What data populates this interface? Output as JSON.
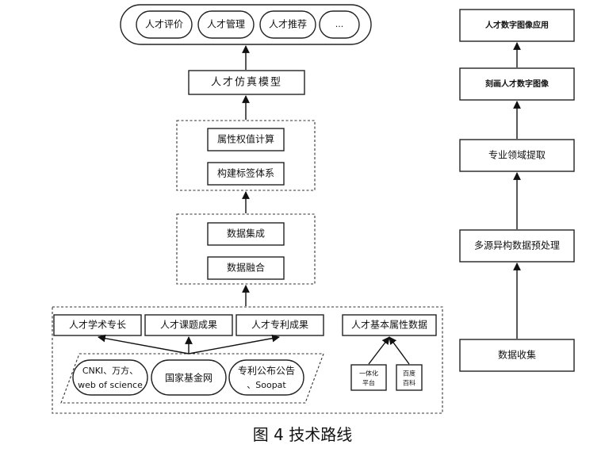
{
  "applications": [
    "人才评价",
    "人才管理",
    "人才推荐",
    "..."
  ],
  "model": "人才仿真模型",
  "label_group": [
    "属性权值计算",
    "构建标签体系"
  ],
  "data_group": [
    "数据集成",
    "数据融合"
  ],
  "outputs": [
    "人才学术专长",
    "人才课题成果",
    "人才专利成果"
  ],
  "basic_attributes": "人才基本属性数据",
  "sources": {
    "cnki_line1": "CNKI、万方、",
    "cnki_line2": "web of science",
    "fund": "国家基金网",
    "patent_line1": "专利公布公告",
    "patent_line2": "、Soopat"
  },
  "small_sources": {
    "platform_line1": "一体化",
    "platform_line2": "平台",
    "baike_line1": "百度",
    "baike_line2": "百科"
  },
  "right_flow": [
    "人才数字图像应用",
    "刻画人才数字图像",
    "专业领域提取",
    "多源异构数据预处理",
    "数据收集"
  ],
  "caption": "图 4  技术路线"
}
